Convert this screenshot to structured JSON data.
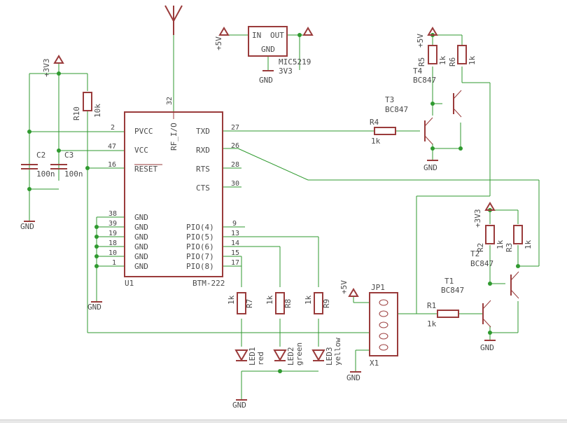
{
  "u1": {
    "left_pins": [
      "PVCC",
      "VCC",
      "RESET"
    ],
    "left_pin_nums": [
      "2",
      "47",
      "16"
    ],
    "gnd_pins": [
      "GND",
      "GND",
      "GND",
      "GND",
      "GND",
      "GND"
    ],
    "gnd_pin_nums": [
      "38",
      "39",
      "19",
      "18",
      "10",
      "1"
    ],
    "right_pins": [
      "TXD",
      "RXD",
      "RTS",
      "CTS"
    ],
    "right_pin_nums": [
      "27",
      "26",
      "28",
      "30"
    ],
    "pio_pins": [
      "PIO(4)",
      "PIO(5)",
      "PIO(6)",
      "PIO(7)",
      "PIO(8)"
    ],
    "pio_nums": [
      "9",
      "13",
      "14",
      "15",
      "17"
    ],
    "rf_label": "RF_I/O",
    "rf_num": "32",
    "name": "U1",
    "value": "BTM-222"
  },
  "regulator": {
    "in": "IN",
    "out": "OUT",
    "gnd": "GND",
    "name": "MIC5219",
    "value": "3V3"
  },
  "resistors": [
    {
      "name": "R10",
      "value": "10k"
    },
    {
      "name": "R4",
      "value": "1k"
    },
    {
      "name": "R5",
      "value": "1k"
    },
    {
      "name": "R6",
      "value": "1k"
    },
    {
      "name": "R1",
      "value": "1k"
    },
    {
      "name": "R2",
      "value": "1k"
    },
    {
      "name": "R3",
      "value": "1k"
    },
    {
      "name": "R7",
      "value": "1k"
    },
    {
      "name": "R8",
      "value": "1k"
    },
    {
      "name": "R9",
      "value": "1k"
    }
  ],
  "capacitors": [
    {
      "name": "C2",
      "value": "100n"
    },
    {
      "name": "C3",
      "value": "100n"
    }
  ],
  "transistors": [
    {
      "name": "T3",
      "value": "BC847"
    },
    {
      "name": "T4",
      "value": "BC847"
    },
    {
      "name": "T1",
      "value": "BC847"
    },
    {
      "name": "T2",
      "value": "BC847"
    }
  ],
  "leds": [
    {
      "name": "LED1",
      "color": "red"
    },
    {
      "name": "LED2",
      "color": "green"
    },
    {
      "name": "LED3",
      "color": "yellow"
    }
  ],
  "connector": {
    "name": "JP1",
    "sub": "X1"
  },
  "supplies": {
    "v33": "+3V3",
    "v5": "+5V",
    "gnd": "GND"
  },
  "colors": {
    "wire": "#2f9a2f",
    "part": "#9a3b3b",
    "text": "#444444"
  }
}
